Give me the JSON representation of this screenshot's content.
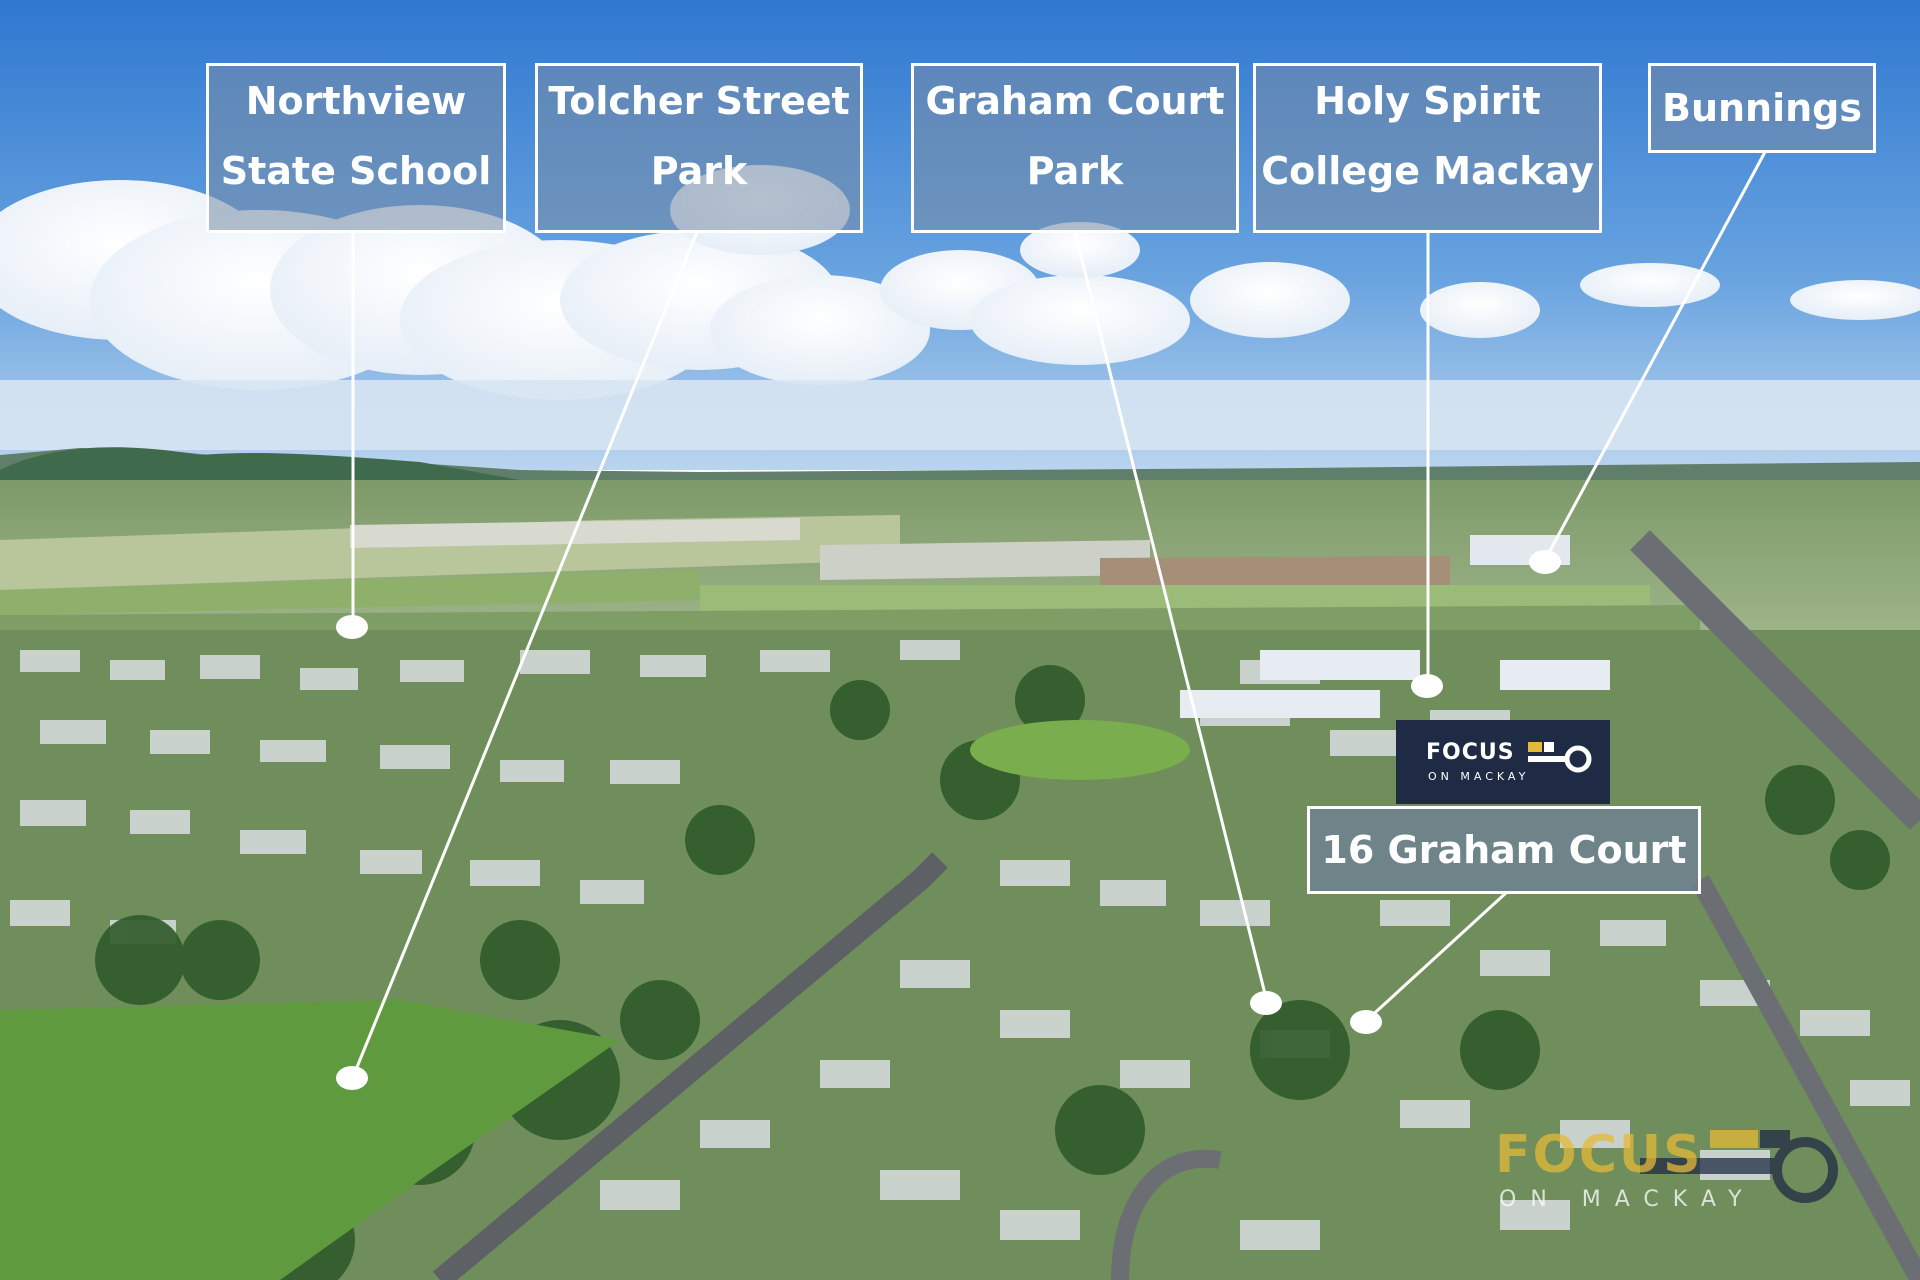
{
  "labels": {
    "northview": {
      "line1": "Northview",
      "line2": "State School"
    },
    "tolcher": {
      "line1": "Tolcher Street",
      "line2": "Park"
    },
    "graham_park": {
      "line1": "Graham Court",
      "line2": "Park"
    },
    "holy_spirit": {
      "line1": "Holy Spirit",
      "line2": "College Mackay"
    },
    "bunnings": {
      "line1": "Bunnings"
    },
    "property": {
      "line1": "16 Graham Court"
    }
  },
  "brand": {
    "name": "FOCUS",
    "tagline": "ON MACKAY"
  },
  "watermark": {
    "name": "FOCUS",
    "tagline": "ON MACKAY"
  },
  "colors": {
    "sky": "#4f8fd6",
    "label_fill": "#7c8ca5",
    "brand_navy": "#1f2b44",
    "brand_gold": "#e5b938"
  }
}
